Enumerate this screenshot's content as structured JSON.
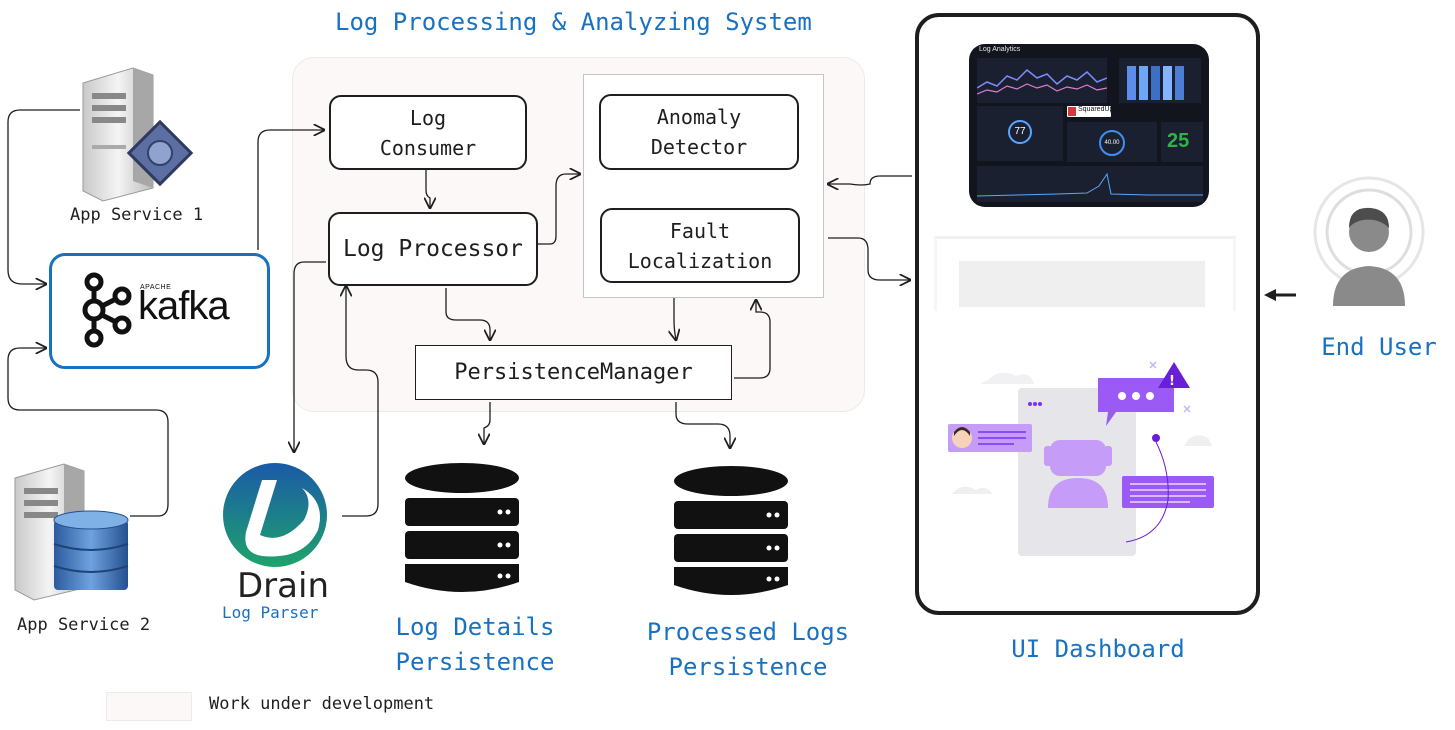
{
  "title": "Log Processing & Analyzing System",
  "components": {
    "log_consumer": "Log\nConsumer",
    "log_processor": "Log Processor",
    "anomaly_detector": "Anomaly\nDetector",
    "fault_localization": "Fault\nLocalization",
    "persistence_manager": "PersistenceManager"
  },
  "services": {
    "app_service_1": "App Service 1",
    "app_service_2": "App Service 2"
  },
  "kafka": {
    "apache": "APACHE",
    "name": "kafka"
  },
  "drain": {
    "name": "Drain",
    "subtitle": "Log Parser"
  },
  "storage": {
    "log_details": "Log Details\nPersistence",
    "processed_logs": "Processed Logs\nPersistence"
  },
  "dashboard": {
    "caption": "UI Dashboard",
    "header": "Log Analytics",
    "brand": "SquaredUp",
    "gauge_1": "77",
    "gauge_2": "40.00",
    "kpi": "25"
  },
  "end_user": "End User",
  "legend": {
    "label": "Work under development",
    "swatch_color": "#fcf8f7"
  },
  "colors": {
    "accent": "#1971c2",
    "kafka_border": "#1971c2",
    "wip_fill": "#fcf8f7",
    "chat_purple": "#9b59f6",
    "kpi_green": "#2fb344"
  }
}
